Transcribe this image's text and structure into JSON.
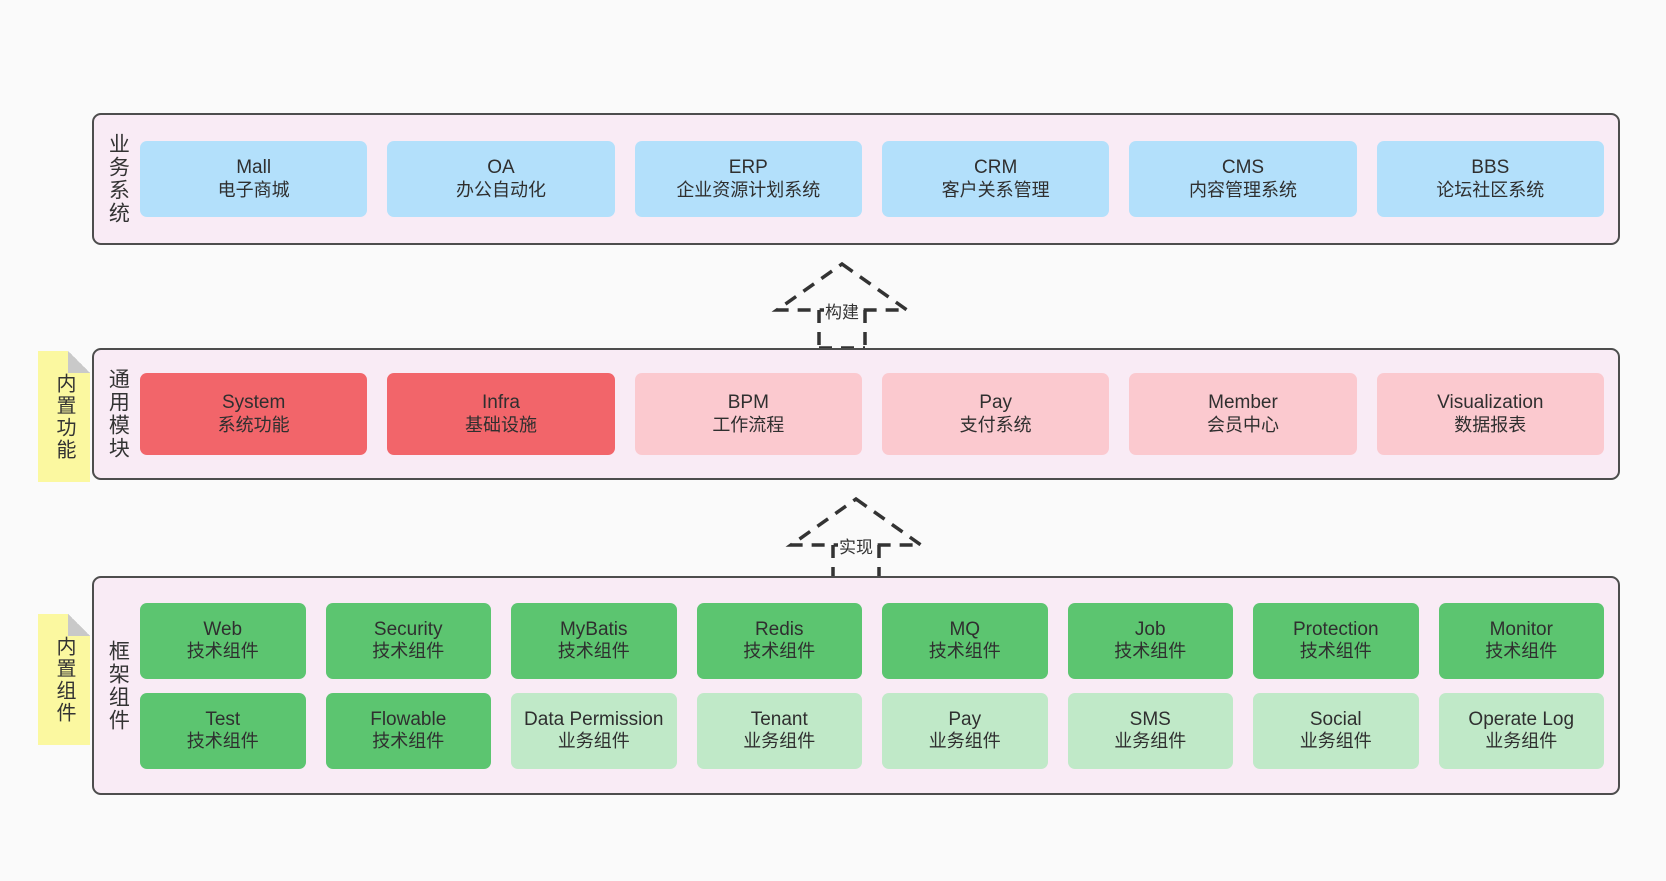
{
  "diagram": {
    "background_color": "#fafafa",
    "panel_color": "#f9ebf5",
    "note_color": "#fbf8a0",
    "border_color": "#4d4d4d"
  },
  "layers": [
    {
      "id": "business-system",
      "title": "业务系统",
      "note": null,
      "rows": [
        {
          "cards": [
            {
              "en": "Mall",
              "zh": "电子商城",
              "color": "#b3e0fb",
              "style": "c-blue"
            },
            {
              "en": "OA",
              "zh": "办公自动化",
              "color": "#b3e0fb",
              "style": "c-blue"
            },
            {
              "en": "ERP",
              "zh": "企业资源计划系统",
              "color": "#b3e0fb",
              "style": "c-blue"
            },
            {
              "en": "CRM",
              "zh": "客户关系管理",
              "color": "#b3e0fb",
              "style": "c-blue"
            },
            {
              "en": "CMS",
              "zh": "内容管理系统",
              "color": "#b3e0fb",
              "style": "c-blue"
            },
            {
              "en": "BBS",
              "zh": "论坛社区系统",
              "color": "#b3e0fb",
              "style": "c-blue"
            }
          ]
        }
      ]
    },
    {
      "id": "common-modules",
      "title": "通用模块",
      "note": "内置功能",
      "rows": [
        {
          "cards": [
            {
              "en": "System",
              "zh": "系统功能",
              "color": "#f2656a",
              "style": "c-red"
            },
            {
              "en": "Infra",
              "zh": "基础设施",
              "color": "#f2656a",
              "style": "c-red"
            },
            {
              "en": "BPM",
              "zh": "工作流程",
              "color": "#fbc9cf",
              "style": "c-pink"
            },
            {
              "en": "Pay",
              "zh": "支付系统",
              "color": "#fbc9cf",
              "style": "c-pink"
            },
            {
              "en": "Member",
              "zh": "会员中心",
              "color": "#fbc9cf",
              "style": "c-pink"
            },
            {
              "en": "Visualization",
              "zh": "数据报表",
              "color": "#fbc9cf",
              "style": "c-pink"
            }
          ]
        }
      ]
    },
    {
      "id": "framework-components",
      "title": "框架组件",
      "note": "内置组件",
      "rows": [
        {
          "cards": [
            {
              "en": "Web",
              "zh": "技术组件",
              "color": "#5cc570",
              "style": "c-green"
            },
            {
              "en": "Security",
              "zh": "技术组件",
              "color": "#5cc570",
              "style": "c-green"
            },
            {
              "en": "MyBatis",
              "zh": "技术组件",
              "color": "#5cc570",
              "style": "c-green"
            },
            {
              "en": "Redis",
              "zh": "技术组件",
              "color": "#5cc570",
              "style": "c-green"
            },
            {
              "en": "MQ",
              "zh": "技术组件",
              "color": "#5cc570",
              "style": "c-green"
            },
            {
              "en": "Job",
              "zh": "技术组件",
              "color": "#5cc570",
              "style": "c-green"
            },
            {
              "en": "Protection",
              "zh": "技术组件",
              "color": "#5cc570",
              "style": "c-green"
            },
            {
              "en": "Monitor",
              "zh": "技术组件",
              "color": "#5cc570",
              "style": "c-green"
            }
          ]
        },
        {
          "cards": [
            {
              "en": "Test",
              "zh": "技术组件",
              "color": "#5cc570",
              "style": "c-green"
            },
            {
              "en": "Flowable",
              "zh": "技术组件",
              "color": "#5cc570",
              "style": "c-green"
            },
            {
              "en": "Data Permission",
              "zh": "业务组件",
              "color": "#c0e9c8",
              "style": "c-green-light"
            },
            {
              "en": "Tenant",
              "zh": "业务组件",
              "color": "#c0e9c8",
              "style": "c-green-light"
            },
            {
              "en": "Pay",
              "zh": "业务组件",
              "color": "#c0e9c8",
              "style": "c-green-light"
            },
            {
              "en": "SMS",
              "zh": "业务组件",
              "color": "#c0e9c8",
              "style": "c-green-light"
            },
            {
              "en": "Social",
              "zh": "业务组件",
              "color": "#c0e9c8",
              "style": "c-green-light"
            },
            {
              "en": "Operate Log",
              "zh": "业务组件",
              "color": "#c0e9c8",
              "style": "c-green-light"
            }
          ]
        }
      ]
    }
  ],
  "connectors": [
    {
      "id": "build",
      "label": "构建",
      "from": "common-modules",
      "to": "business-system",
      "kind": "generalization-dashed"
    },
    {
      "id": "implement",
      "label": "实现",
      "from": "framework-components",
      "to": "common-modules",
      "kind": "generalization-dashed"
    }
  ]
}
